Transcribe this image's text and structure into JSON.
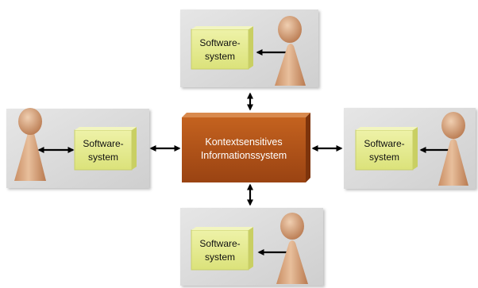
{
  "center": {
    "line1": "Kontextsensitives",
    "line2": "Informationssystem"
  },
  "software_label": {
    "line1": "Software-",
    "line2": "system"
  },
  "colors": {
    "panel": "#d9d9d9",
    "center_box": "#b0521a",
    "software_box": "#e4eb8c",
    "person": "#d8a47c",
    "arrow": "#000000"
  }
}
